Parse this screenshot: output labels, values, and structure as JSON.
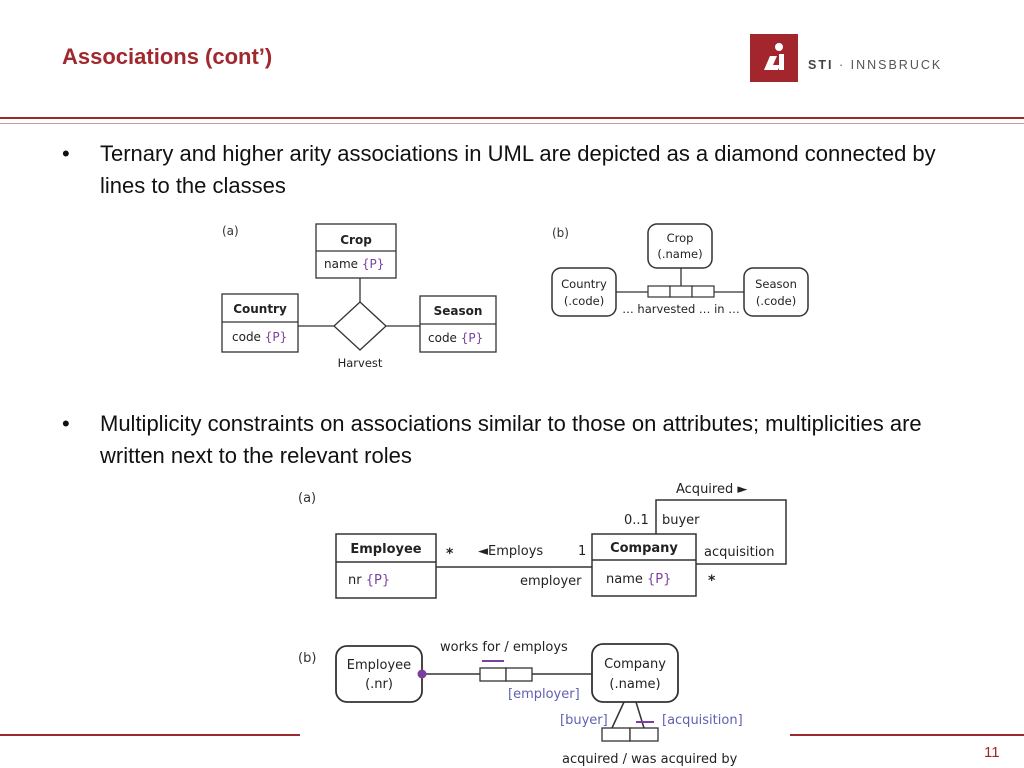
{
  "title": "Associations (cont’)",
  "logo": {
    "brand": "STI",
    "separator": "·",
    "name": "INNSBRUCK"
  },
  "bullets": [
    {
      "marker": "•",
      "text": "Ternary and higher arity associations in UML are depicted as a diamond connected by lines to the classes"
    },
    {
      "marker": "•",
      "text": "Multiplicity constraints on associations similar to those on attributes; multiplicities are written next to the relevant roles"
    }
  ],
  "figure1": {
    "a": {
      "tag": "(a)",
      "crop": {
        "name": "Crop",
        "attr": "name",
        "key": "{P}"
      },
      "country": {
        "name": "Country",
        "attr": "code",
        "key": "{P}"
      },
      "season": {
        "name": "Season",
        "attr": "code",
        "key": "{P}"
      },
      "assoc": "Harvest"
    },
    "b": {
      "tag": "(b)",
      "crop": [
        "Crop",
        "(.name)"
      ],
      "country": [
        "Country",
        "(.code)"
      ],
      "season": [
        "Season",
        "(.code)"
      ],
      "reading": "… harvested … in …"
    }
  },
  "figure2": {
    "a": {
      "tag": "(a)",
      "employee": {
        "name": "Employee",
        "attr": "nr",
        "key": "{P}"
      },
      "company": {
        "name": "Company",
        "attr": "name",
        "key": "{P}"
      },
      "employs_label": "◄Employs",
      "mult_star_left": "*",
      "mult_one": "1",
      "role_employer": "employer",
      "acquired_label": "Acquired ►",
      "mult_zero_one": "0..1",
      "role_buyer": "buyer",
      "role_acquisition": "acquisition",
      "mult_star_right": "*"
    },
    "b": {
      "tag": "(b)",
      "employee": [
        "Employee",
        "(.nr)"
      ],
      "company": [
        "Company",
        "(.name)"
      ],
      "reading_top": "works for / employs",
      "role_employer": "[employer]",
      "role_buyer": "[buyer]",
      "role_acquisition": "[acquisition]",
      "reading_bottom": "acquired / was acquired by"
    }
  },
  "page_number": "11",
  "colors": {
    "accent": "#a0282e",
    "purple": "#7b3fa0"
  }
}
